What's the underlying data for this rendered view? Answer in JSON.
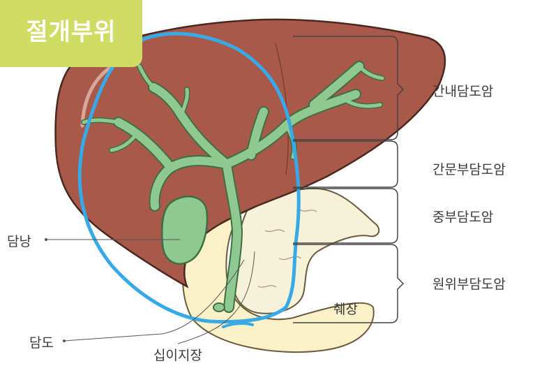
{
  "tag": {
    "label": "절개부위",
    "color": "#cfdc64"
  },
  "regions": {
    "intrahepatic": "간내담도암",
    "hilar": "간문부담도암",
    "middle": "중부담도암",
    "distal": "원위부담도암"
  },
  "organs": {
    "gallbladder": "담낭",
    "bile_duct": "담도",
    "duodenum": "십이지장",
    "pancreas": "췌장"
  },
  "colors": {
    "liver": "#a8594a",
    "bile_duct": "#8fc992",
    "incision_line": "#36a9e6",
    "pancreas": "#f6f2d8"
  }
}
